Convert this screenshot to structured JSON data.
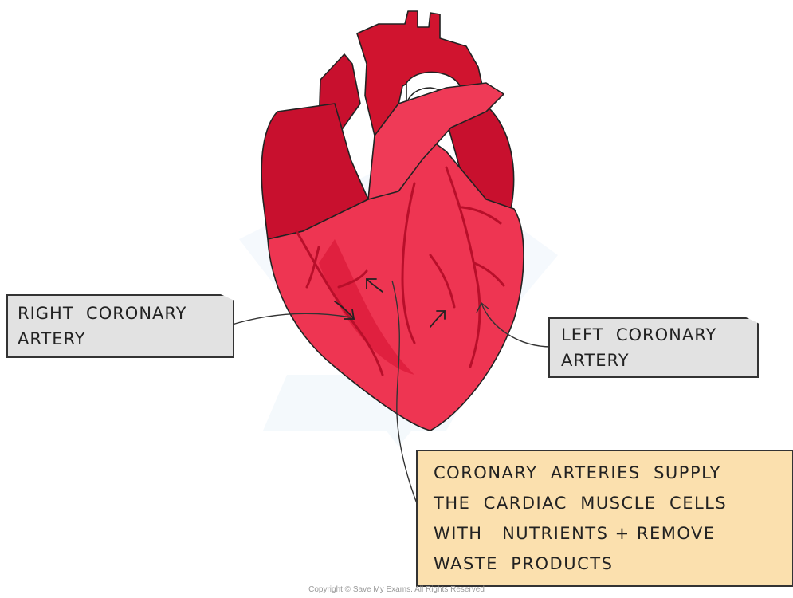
{
  "labels": {
    "right_coronary": [
      "RIGHT  CORONARY",
      "ARTERY"
    ],
    "left_coronary": [
      "LEFT  CORONARY",
      "ARTERY"
    ],
    "note": [
      "CORONARY  ARTERIES  SUPPLY",
      "THE  CARDIAC  MUSCLE  CELLS",
      "WITH   NUTRIENTS + REMOVE",
      "WASTE  PRODUCTS"
    ]
  },
  "copyright": "Copyright © Save My Exams. All Rights Reserved",
  "colors": {
    "heart_dark": "#c8102e",
    "heart_mid": "#dd1c3c",
    "heart_light": "#ef3a57",
    "vessel": "#c4122e",
    "label_grey": "#e2e2e2",
    "label_tan": "#fbe0ae",
    "outline": "#222222"
  }
}
